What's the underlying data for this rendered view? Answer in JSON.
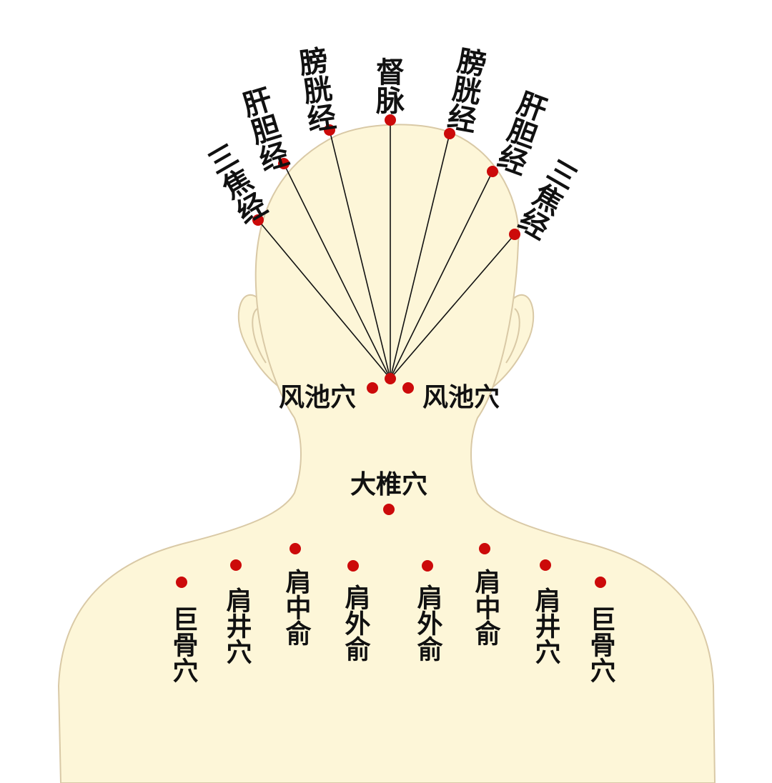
{
  "colors": {
    "skin": "#fdf6d8",
    "outline": "#d9c9a6",
    "point": "#cc0a0a",
    "line": "#111111",
    "text": "#111111"
  },
  "meridians": {
    "left_sanjiao": "三焦经",
    "left_gandan": "肝胆经",
    "left_pangguang": "膀胱经",
    "dumai": "督脉",
    "right_pangguang": "膀胱经",
    "right_gandan": "肝胆经",
    "right_sanjiao": "三焦经"
  },
  "points": {
    "fengchi_left": "风池穴",
    "fengchi_right": "风池穴",
    "dazhui": "大椎穴",
    "left_jugu": "巨骨穴",
    "left_jianjing": "肩井穴",
    "left_jianzhongshu": "肩中俞",
    "left_jianwaishu": "肩外俞",
    "right_jianwaishu": "肩外俞",
    "right_jianzhongshu": "肩中俞",
    "right_jianjing": "肩井穴",
    "right_jugu": "巨骨穴"
  }
}
